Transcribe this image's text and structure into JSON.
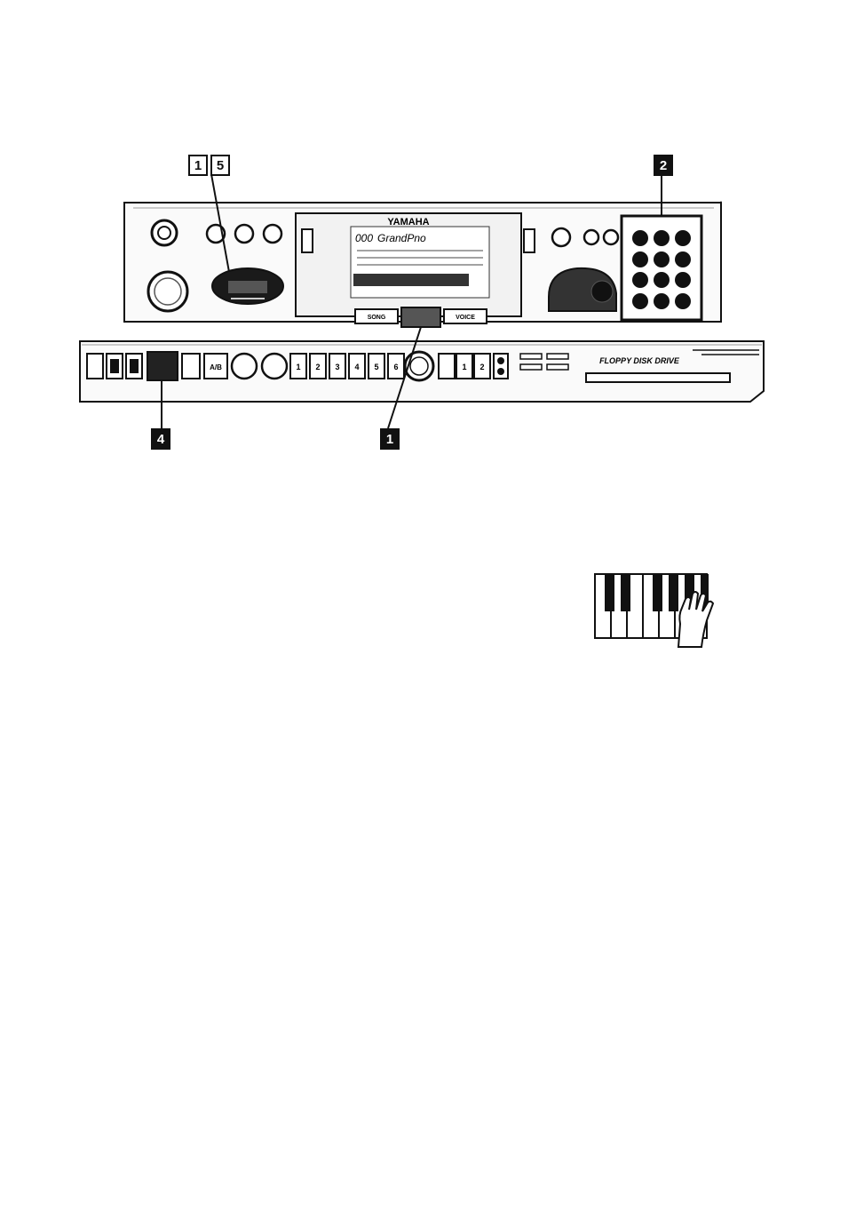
{
  "brand": "YAMAHA",
  "display": {
    "voice_number": "000",
    "voice_name": "GrandPno"
  },
  "floppy_label": "FLOPPY DISK DRIVE",
  "buttons": {
    "song": "SONG",
    "voice": "VOICE",
    "ab": "A/B",
    "song_memory_numbers": [
      "1",
      "2",
      "3",
      "4",
      "5",
      "6"
    ],
    "registration_numbers": [
      "1",
      "2"
    ]
  },
  "callouts": {
    "top_left": [
      "1",
      "5"
    ],
    "top_right": "2",
    "bottom_left": "4",
    "bottom_center": "1"
  }
}
